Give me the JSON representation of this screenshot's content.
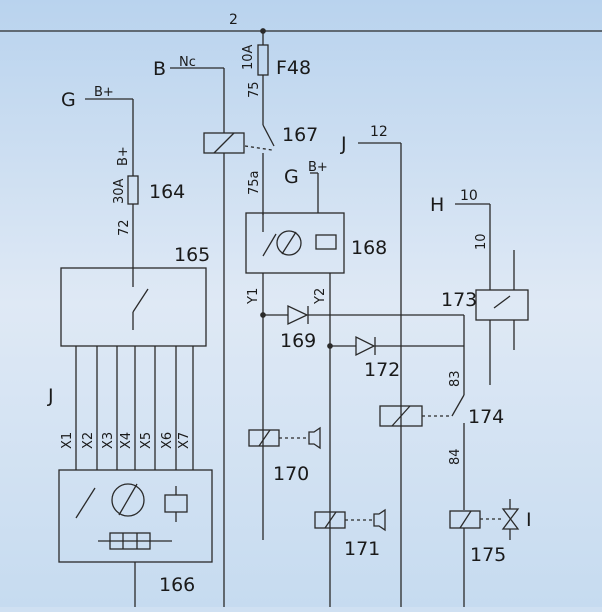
{
  "bus": {
    "label": "2"
  },
  "fuse_f48": {
    "rating": "10A",
    "label": "F48",
    "wire": "75"
  },
  "relay_167": {
    "label": "167",
    "source_letter": "B",
    "source_label": "Nc"
  },
  "wire_75a": {
    "label": "75a"
  },
  "fuse_164": {
    "source_letter": "G",
    "source_label": "B+",
    "upper_label": "B+",
    "rating": "30A",
    "label": "164",
    "wire": "72"
  },
  "module_165": {
    "label": "165",
    "side_letter": "J"
  },
  "connector_x": {
    "labels": [
      "X1",
      "X2",
      "X3",
      "X4",
      "X5",
      "X6",
      "X7"
    ]
  },
  "module_166": {
    "label": "166"
  },
  "module_168": {
    "label": "168",
    "source_letter": "G",
    "source_label": "B+",
    "out_y1": "Y1",
    "out_y2": "Y2"
  },
  "wire_j12": {
    "letter": "J",
    "number": "12"
  },
  "sensor_173": {
    "letter": "H",
    "wire_top": "10",
    "wire_side": "10",
    "label": "173"
  },
  "diode_169": {
    "label": "169"
  },
  "diode_172": {
    "label": "172"
  },
  "relay_174": {
    "label": "174",
    "wire_top": "83",
    "wire_bottom": "84"
  },
  "horn_170": {
    "label": "170"
  },
  "horn_171": {
    "label": "171"
  },
  "valve_175": {
    "label": "175",
    "side_letter": "I"
  }
}
